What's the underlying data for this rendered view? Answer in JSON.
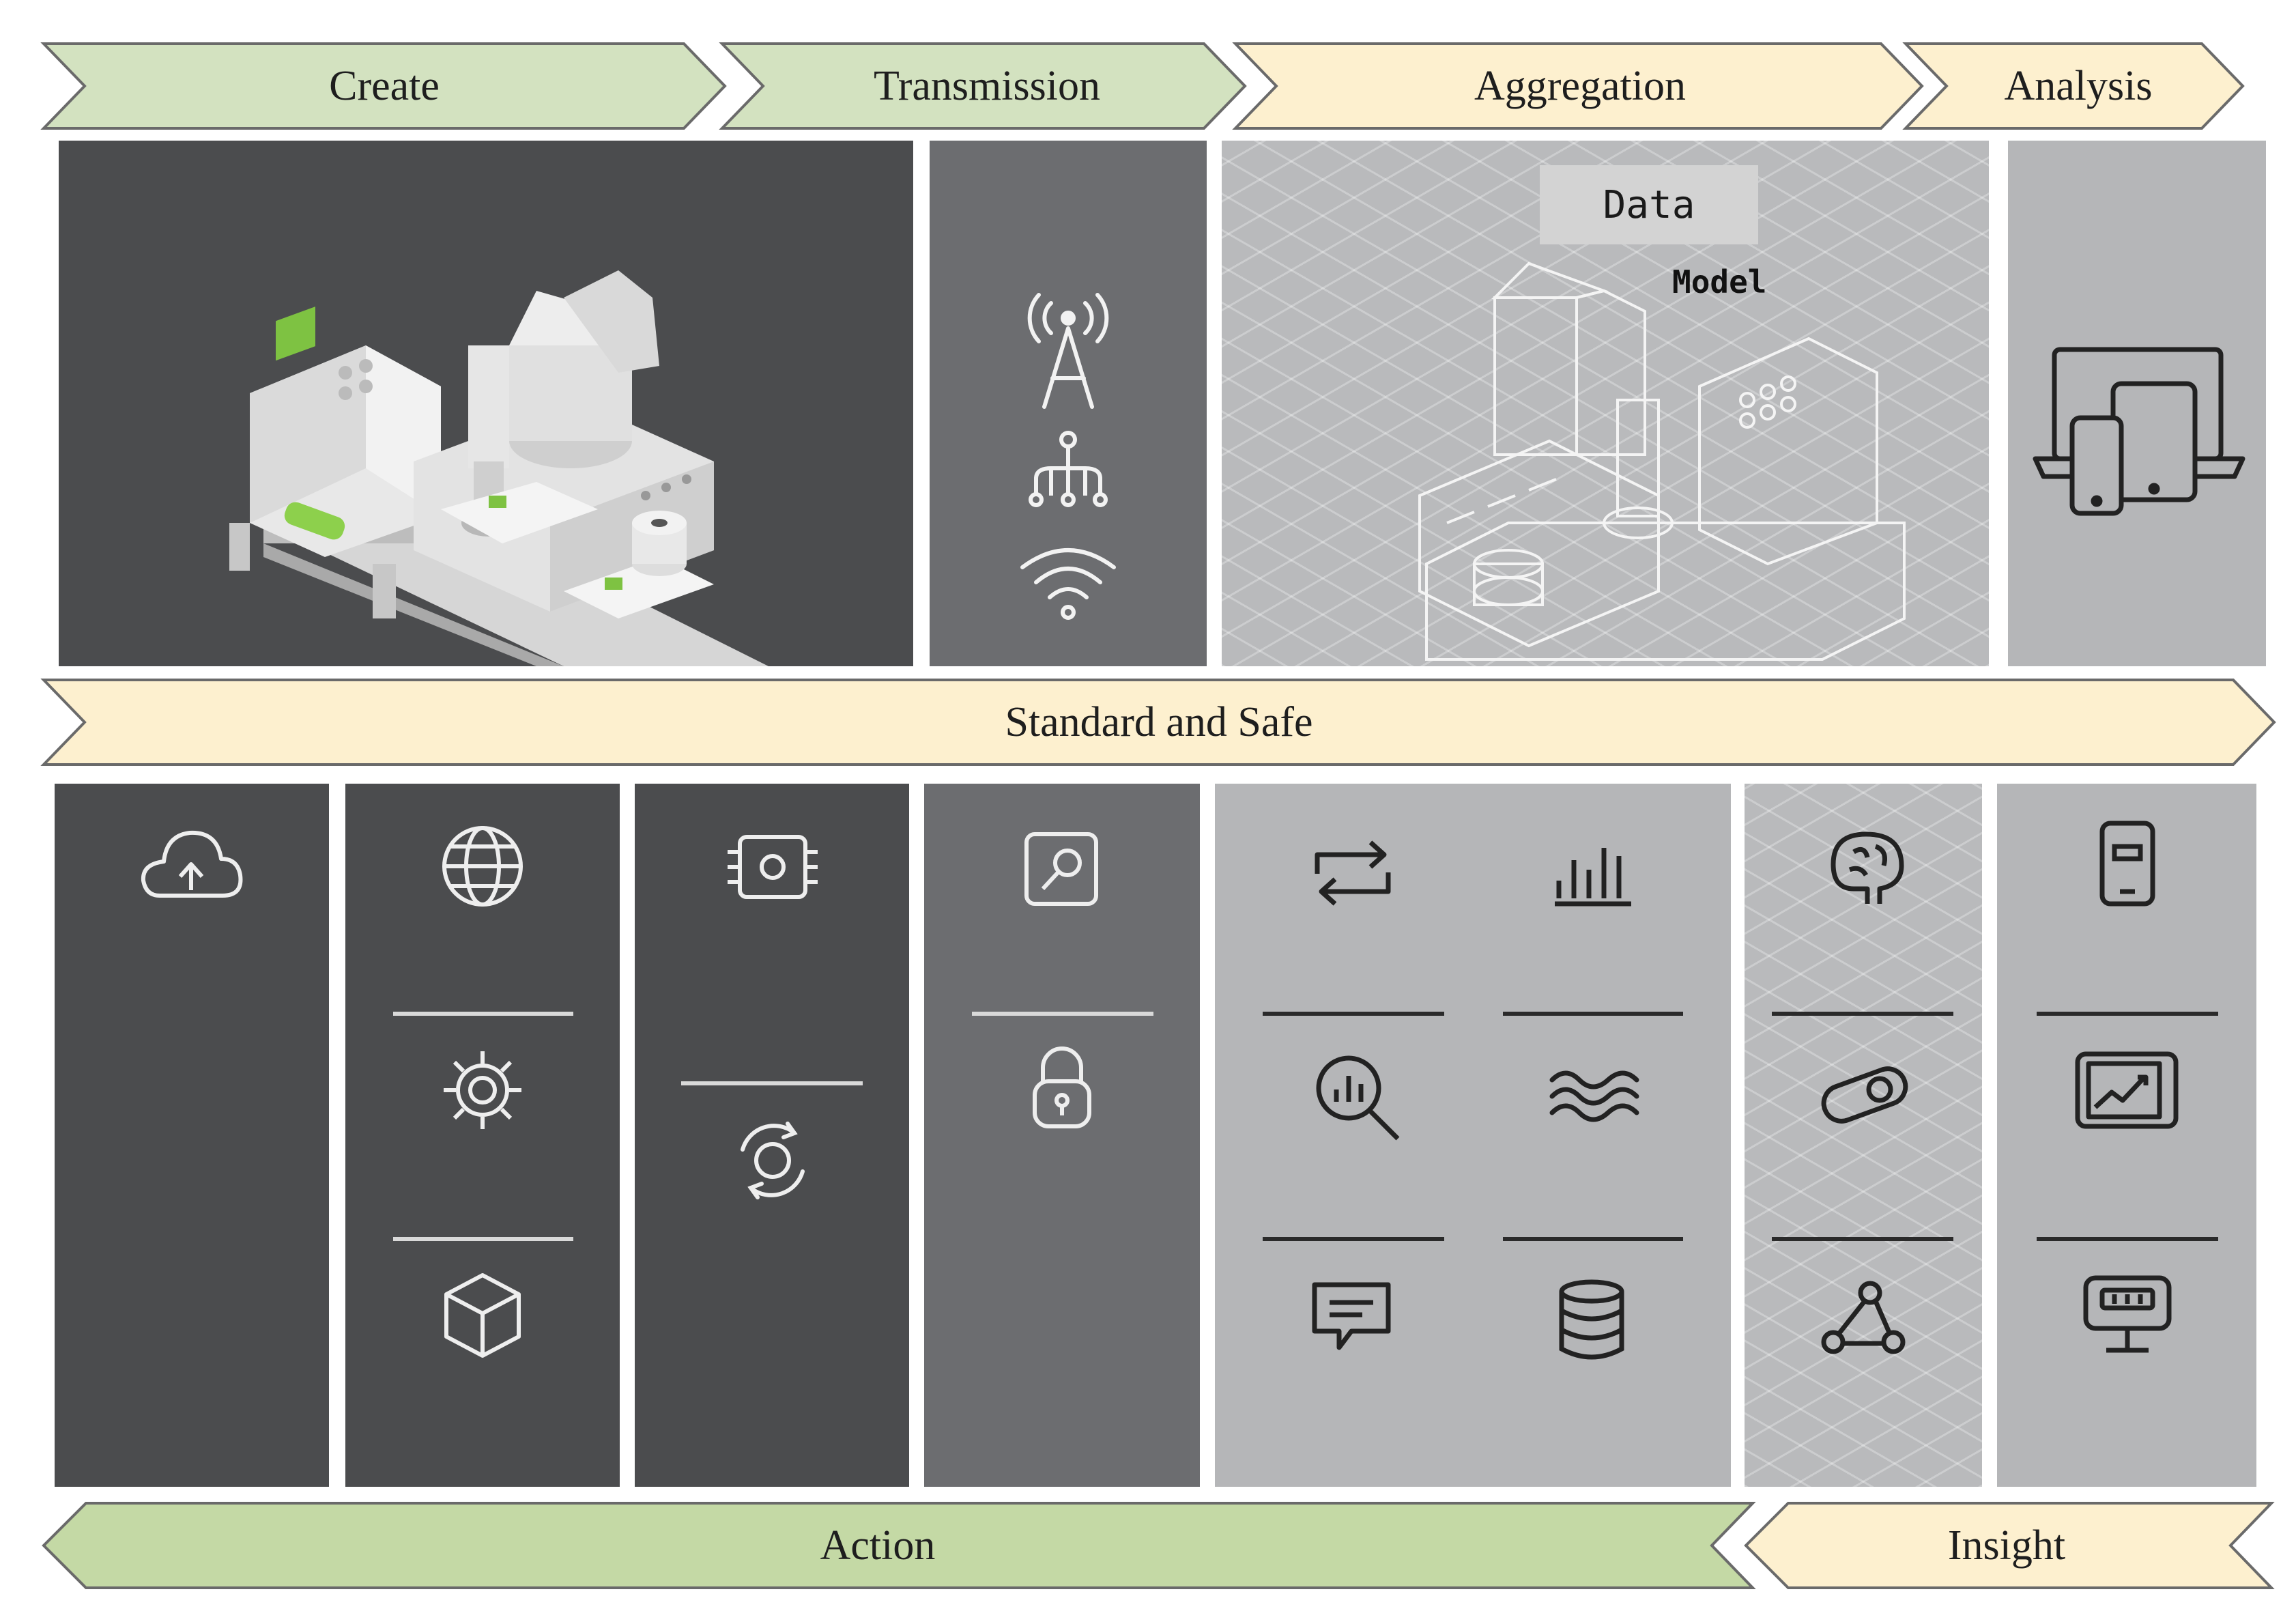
{
  "stages": {
    "create": "Create",
    "transmission": "Transmission",
    "aggregation": "Aggregation",
    "analysis": "Analysis"
  },
  "middle_band": "Standard and Safe",
  "bottom": {
    "action": "Action",
    "insight": "Insight"
  },
  "aggregation_panel": {
    "data_label": "Data",
    "model_label": "Model"
  },
  "colors": {
    "green_arrow": "#d3e2c0",
    "yellow_arrow": "#fdf0cf",
    "action_arrow": "#c4d9a5",
    "dark_panel": "#4b4c4e",
    "mid_panel": "#6c6d70",
    "light_panel": "#b5b6b8"
  },
  "icons": {
    "transmission": [
      "cell-tower-icon",
      "network-hierarchy-icon",
      "wifi-icon"
    ],
    "analysis": [
      "multi-device-icon"
    ],
    "lower_columns": [
      [
        "cloud-upload-icon"
      ],
      [
        "globe-icon",
        "gear-icon",
        "cube-icon"
      ],
      [
        "chip-icon",
        "refresh-cycle-icon"
      ],
      [
        "search-square-icon",
        "lock-icon"
      ],
      [
        "swap-arrows-icon",
        "bar-chart-icon",
        "magnify-chart-icon",
        "waves-icon",
        "chat-icon",
        "database-icon"
      ],
      [
        "brain-icon",
        "link-icon",
        "share-nodes-icon"
      ],
      [
        "mobile-icon",
        "tablet-chart-icon",
        "monitor-icon"
      ]
    ]
  }
}
